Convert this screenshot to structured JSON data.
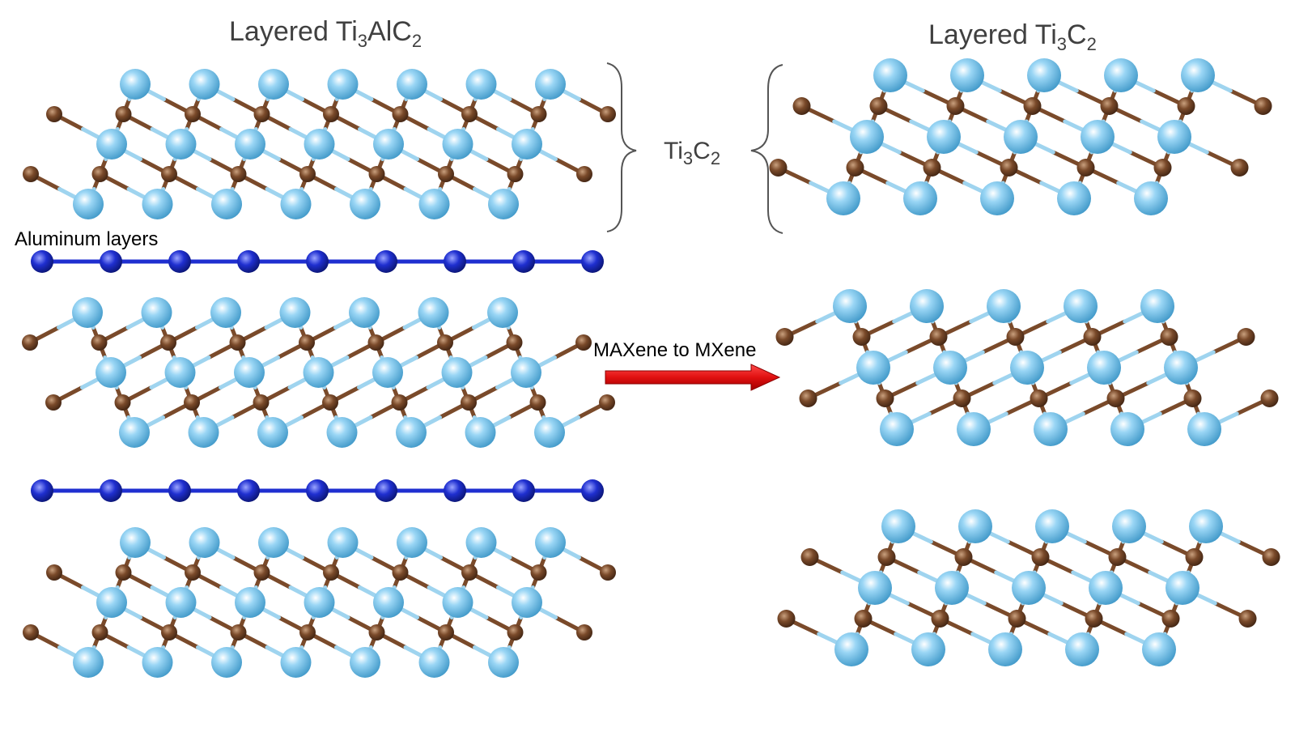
{
  "titles": {
    "left": {
      "main": "Layered Ti",
      "s1": "3",
      "mid": "AlC",
      "s2": "2"
    },
    "right": {
      "main": "Layered Ti",
      "s1": "3",
      "mid": "C",
      "s2": "2"
    }
  },
  "brace_label": {
    "main": "Ti",
    "s1": "3",
    "mid": "C",
    "s2": "2"
  },
  "aluminum_label": "Aluminum layers",
  "arrow_label": "MAXene to MXene",
  "colors": {
    "ti_atom": "#6cc0ec",
    "c_atom": "#7a4a2a",
    "al_atom": "#1f2fd0",
    "ti_bond": "#9fd4ef",
    "c_bond": "#7a4a2a",
    "arrow": "#e01010",
    "brace": "#555555"
  },
  "legend_semantics": {
    "light_blue_sphere": "Ti atom",
    "brown_sphere": "C atom",
    "dark_blue_sphere": "Al atom"
  },
  "structure": {
    "left_ti3c2_layers": 3,
    "left_al_layers": 2,
    "right_ti3c2_layers": 3,
    "ti_atoms_per_top_row": 7,
    "al_atoms_per_layer": 9
  }
}
